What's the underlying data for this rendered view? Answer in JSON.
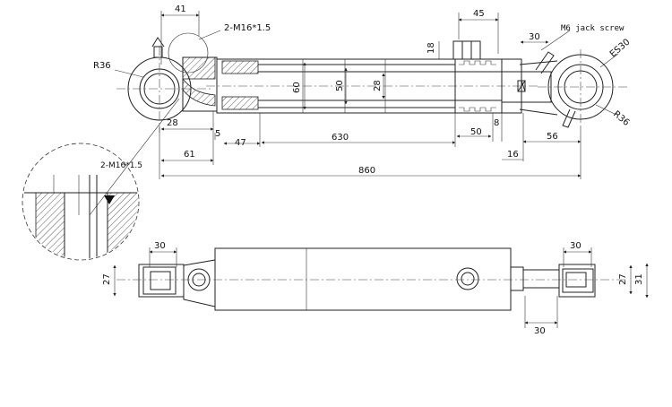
{
  "top_view": {
    "dims": {
      "d41": "41",
      "thread_top": "2-M16*1.5",
      "d45": "45",
      "d18": "18",
      "d30_top": "30",
      "jack_screw": "M6 jack screw",
      "r36_left": "R36",
      "es30": "ES30",
      "r36_right": "R36",
      "d60": "60",
      "d50": "50",
      "d28_rod": "28",
      "d28": "28",
      "d5": "5",
      "d47": "47",
      "d630": "630",
      "d50_bottom": "50",
      "d8": "8",
      "d56": "56",
      "d61": "61",
      "d16": "16",
      "d860": "860"
    }
  },
  "detail": {
    "thread_label": "2-M16*1.5"
  },
  "bottom_view": {
    "dims": {
      "d30_left": "30",
      "d27_left": "27",
      "d30_right_top": "30",
      "d27_right": "27",
      "d31": "31",
      "d30_right_bottom": "30"
    }
  }
}
